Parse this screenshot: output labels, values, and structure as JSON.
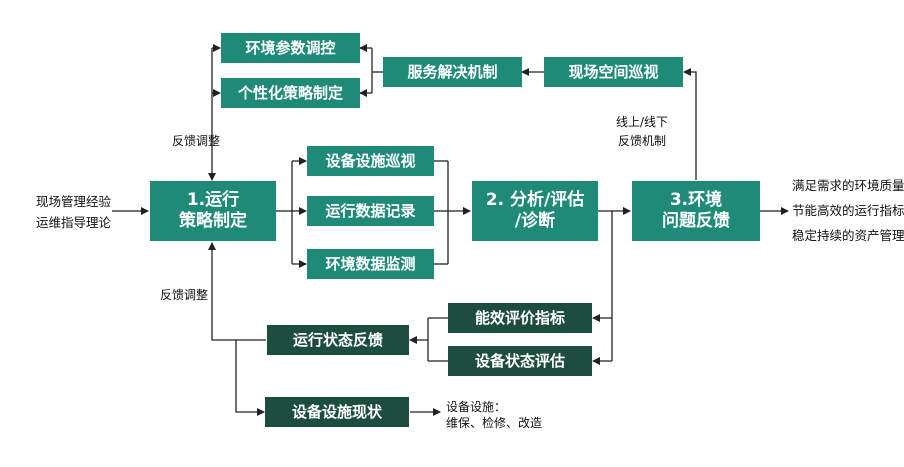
{
  "colors": {
    "teal": "#1f8a78",
    "dark": "#1d4d3f",
    "line": "#222222"
  },
  "boxes": {
    "env_control": "环境参数调控",
    "personal_strategy": "个性化策略制定",
    "service_mech": "服务解决机制",
    "site_patrol": "现场空间巡视",
    "run_strategy_1": "1.运行",
    "run_strategy_2": "策略制定",
    "equip_patrol": "设备设施巡视",
    "run_record": "运行数据记录",
    "env_monitor": "环境数据监测",
    "analysis_1": "2. 分析/评估",
    "analysis_2": "/诊断",
    "env_feedback_1": "3.环境",
    "env_feedback_2": "问题反馈",
    "energy_index": "能效评价指标",
    "equip_eval": "设备状态评估",
    "run_status": "运行状态反馈",
    "equip_status": "设备设施现状"
  },
  "labels": {
    "feedback_top": "反馈调整",
    "feedback_bottom": "反馈调整",
    "online_1": "线上/线下",
    "online_2": "反馈机制",
    "input_1": "现场管理经验",
    "input_2": "运维指导理论",
    "output_1": "满足需求的环境质量",
    "output_2": "节能高效的运行指标",
    "output_3": "稳定持续的资产管理",
    "maint_1": "设备设施：",
    "maint_2": "维保、检修、改造"
  }
}
